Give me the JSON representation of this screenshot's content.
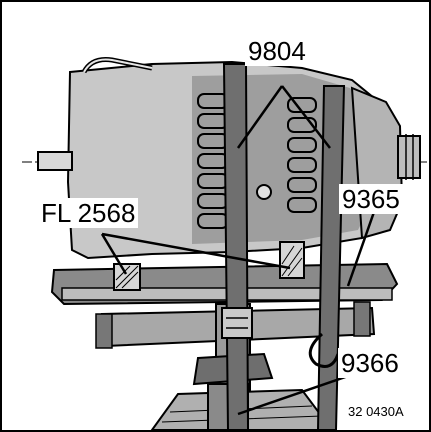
{
  "callouts": {
    "tool_9804": "9804",
    "tool_9365": "9365",
    "tool_fl2568": "FL 2568",
    "tool_9366": "9366"
  },
  "figure_ref": "32 0430A"
}
